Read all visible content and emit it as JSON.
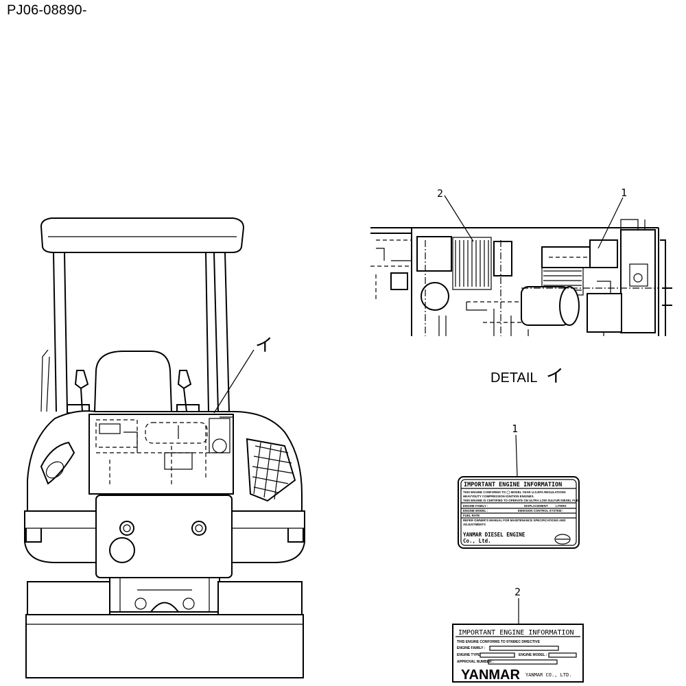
{
  "header": {
    "code": "PJ06-08890-"
  },
  "detail": {
    "label": "DETAIL",
    "marker": "イ"
  },
  "callouts": {
    "view_marker": "イ",
    "part1": "1",
    "part2": "2"
  },
  "label1": {
    "title": "IMPORTANT ENGINE INFORMATION",
    "lines": [
      "THIS ENGINE CONFORMS TO ◯ MODEL YEAR U.S.EPA REGULATIONS",
      "HEAVYDUTY COMPRESSION IGNITION ENGINES.",
      "THIS ENGINE IS CERTIFIED TO OPERATE ON ULTRA LOW SULFUR DIESEL FUEL",
      "ENGINE FAMILY :",
      "DISPLACEMENT",
      "LITERS",
      "ENGINE MODEL :",
      "EMISSION CONTROL SYSTEM :",
      "FUEL RATE",
      "REFER OWNER'S MANUAL FOR MAINTENANCE SPECIFICATIONS AND",
      "ADJUSTMENTS"
    ],
    "maker": "YANMAR DIESEL ENGINE",
    "maker2": "Co., Ltd."
  },
  "label2": {
    "title": "IMPORTANT ENGINE INFORMATION",
    "directive": "THIS ENGINE CONFORMS TO 97/68/EC DIRECTIVE",
    "family": "ENGINE FAMILY :",
    "type": "ENGINE TYPE",
    "model": "ENGINE MODEL :",
    "approval": "APPROVAL NUMBER :",
    "brand": "YANMAR",
    "company": "YANMAR CO., LTD."
  }
}
